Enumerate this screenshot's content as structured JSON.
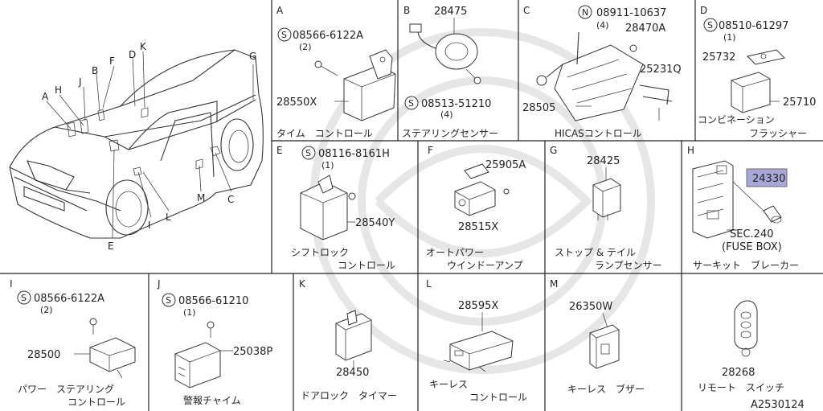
{
  "car_overview": {
    "location_letters": [
      "A",
      "B",
      "C",
      "D",
      "E",
      "F",
      "G",
      "H",
      "I",
      "J",
      "K",
      "L",
      "M"
    ]
  },
  "panels": {
    "A": {
      "letter": "A",
      "screw_code": "08566-6122A",
      "screw_qty": "(2)",
      "part": "28550X",
      "caption": "タイム　コントロール"
    },
    "B": {
      "letter": "B",
      "part_top": "28475",
      "screw_code": "08513-51210",
      "screw_qty": "(4)",
      "caption": "ステアリングセンサー"
    },
    "C": {
      "letter": "C",
      "nut_code": "08911-10637",
      "nut_qty": "(4)",
      "part_bolt": "28470A",
      "part_bracket": "25231Q",
      "part_unit": "28505",
      "caption": "HICASコントロール"
    },
    "D": {
      "letter": "D",
      "screw_code": "08510-61297",
      "screw_qty": "(1)",
      "part_bracket": "25732",
      "part_relay": "25710",
      "caption_line1": "コンビネーション",
      "caption_line2": "フラッシャー"
    },
    "E": {
      "letter": "E",
      "screw_code": "08116-8161H",
      "screw_qty": "(1)",
      "part": "28540Y",
      "caption_line1": "シフトロック",
      "caption_line2": "コントロール"
    },
    "F": {
      "letter": "F",
      "part_bracket": "25905A",
      "part": "28515X",
      "caption_line1": "オートパワー",
      "caption_line2": "ウインドーアンプ"
    },
    "G": {
      "letter": "G",
      "part": "28425",
      "caption_line1": "ストップ & テイル",
      "caption_line2": "ランプセンサー"
    },
    "H": {
      "letter": "H",
      "part": "24330",
      "ref_line1": "SEC.240",
      "ref_line2": "(FUSE BOX)",
      "caption": "サーキット　ブレーカー"
    },
    "I": {
      "letter": "I",
      "screw_code": "08566-6122A",
      "screw_qty": "(2)",
      "part": "28500",
      "caption_line1": "パワー　ステアリング",
      "caption_line2": "コントロール"
    },
    "J": {
      "letter": "J",
      "screw_code": "08566-61210",
      "screw_qty": "(1)",
      "part": "25038P",
      "caption": "警報チャイム"
    },
    "K": {
      "letter": "K",
      "part": "28450",
      "caption": "ドアロック　タイマー"
    },
    "L": {
      "letter": "L",
      "part": "28595X",
      "caption_line1": "キーレス",
      "caption_line2": "コントロール"
    },
    "M": {
      "letter": "M",
      "part": "26350W",
      "caption": "キーレス　ブザー"
    },
    "N": {
      "part": "28268",
      "caption": "リモート　スイッチ"
    }
  },
  "symbols": {
    "screw": "S",
    "nut": "N"
  },
  "diagram_code": "A2530124",
  "colors": {
    "highlight": "#a8a8d8",
    "lines": "#222222"
  }
}
